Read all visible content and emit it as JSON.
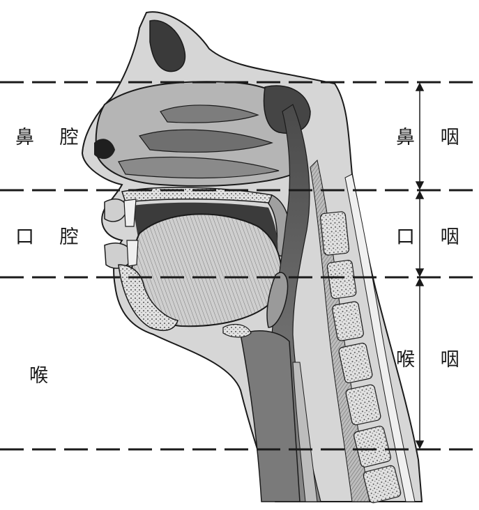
{
  "labels": {
    "left": {
      "nasal_cavity": "鼻 腔",
      "oral_cavity": "口 腔",
      "larynx": "喉"
    },
    "right": {
      "nasopharynx": "鼻 咽",
      "oropharynx": "口 咽",
      "laryngopharynx": "喉 咽"
    }
  },
  "colors": {
    "line": "#1a1a1a",
    "tissue_light": "#d8d8d8",
    "tissue_mid": "#9a9a9a",
    "tissue_dark": "#2b2b2b",
    "background": "#ffffff"
  }
}
